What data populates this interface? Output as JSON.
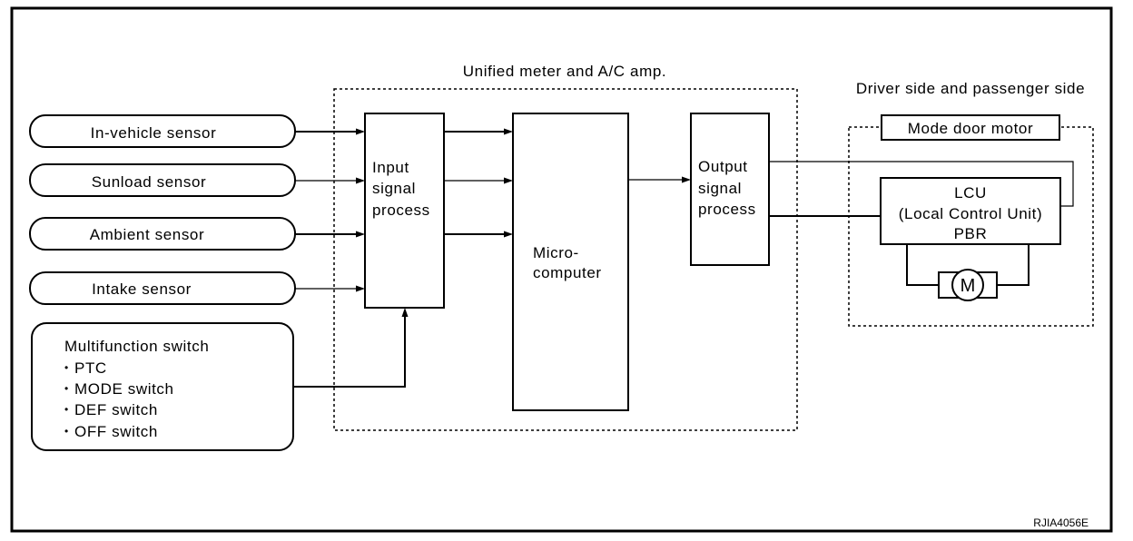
{
  "groups": {
    "amp_title": "Unified meter and A/C amp.",
    "side_title": "Driver side and passenger side"
  },
  "sensors": [
    {
      "label": "In-vehicle sensor"
    },
    {
      "label": "Sunload sensor"
    },
    {
      "label": "Ambient sensor"
    },
    {
      "label": "Intake sensor"
    }
  ],
  "multifunction": {
    "title": "Multifunction switch",
    "items": [
      "PTC",
      "MODE switch",
      "DEF switch",
      "OFF switch"
    ],
    "bullet": "•"
  },
  "input_block": {
    "lines": [
      "Input",
      "signal",
      "process"
    ]
  },
  "micro_block": {
    "lines": [
      "Micro-",
      "computer"
    ]
  },
  "output_block": {
    "lines": [
      "Output",
      "signal",
      "process"
    ]
  },
  "mode_door_motor": {
    "label": "Mode door motor"
  },
  "lcu": {
    "lines": [
      "LCU",
      "(Local Control Unit)",
      "PBR"
    ]
  },
  "motor": {
    "symbol": "M"
  },
  "figure_code": "RJIA4056E"
}
